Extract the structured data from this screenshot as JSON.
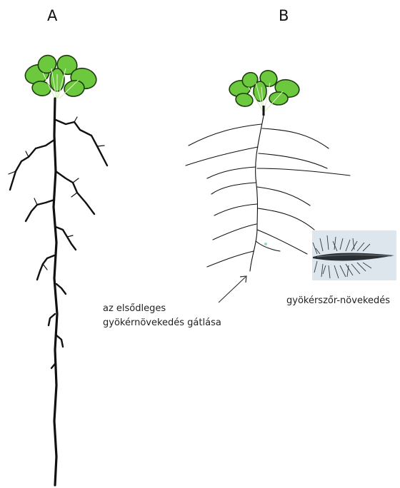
{
  "panels": {
    "a": {
      "label": "A"
    },
    "b": {
      "label": "B"
    }
  },
  "annotations": {
    "primary_inhibition": {
      "line1": "az elsődleges",
      "line2": "gyökérnövekedés gátlása"
    },
    "root_hair": {
      "text": "gyökérszőr-növekedés"
    }
  },
  "colors": {
    "leaf_fill": "#6cc83c",
    "leaf_outline": "#1e3d10",
    "leaf_vein": "#d8f0c0",
    "root": "#111111",
    "arrow": "#333333",
    "photo_background": "#dde6ec",
    "photo_root": "#2a2f33"
  },
  "icons": {
    "arrow": "arrow-up-right",
    "root_hair_photo": "root-hair-micrograph"
  }
}
